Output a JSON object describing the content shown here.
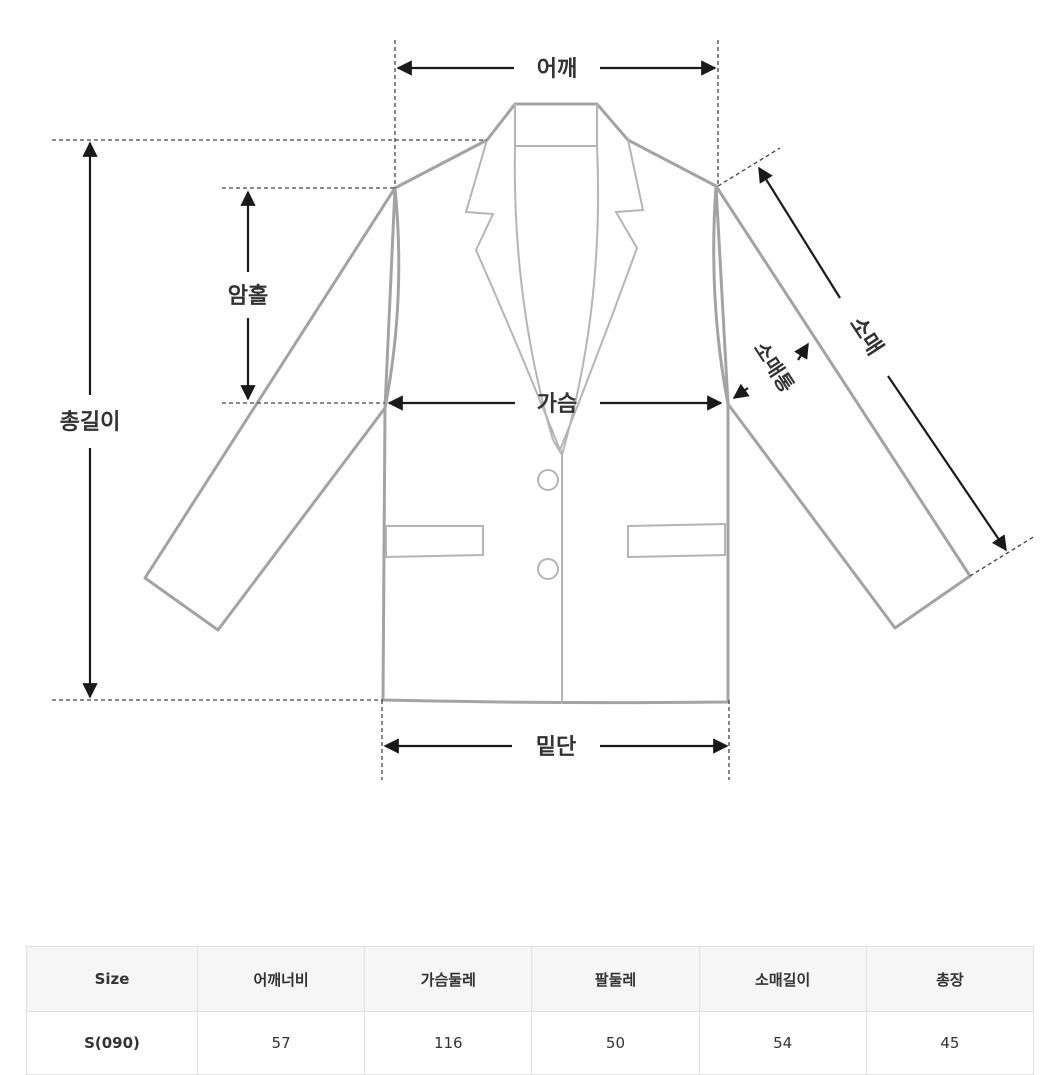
{
  "diagram": {
    "labels": {
      "shoulder": "어깨",
      "armhole": "암홀",
      "total_length": "총길이",
      "chest": "가슴",
      "sleeve": "소매",
      "sleeve_width": "소매통",
      "hem": "밑단"
    }
  },
  "table": {
    "headers": [
      "Size",
      "어깨너비",
      "가슴둘레",
      "팔둘레",
      "소매길이",
      "총장"
    ],
    "rows": [
      [
        "S(090)",
        "57",
        "116",
        "50",
        "54",
        "45"
      ]
    ]
  }
}
